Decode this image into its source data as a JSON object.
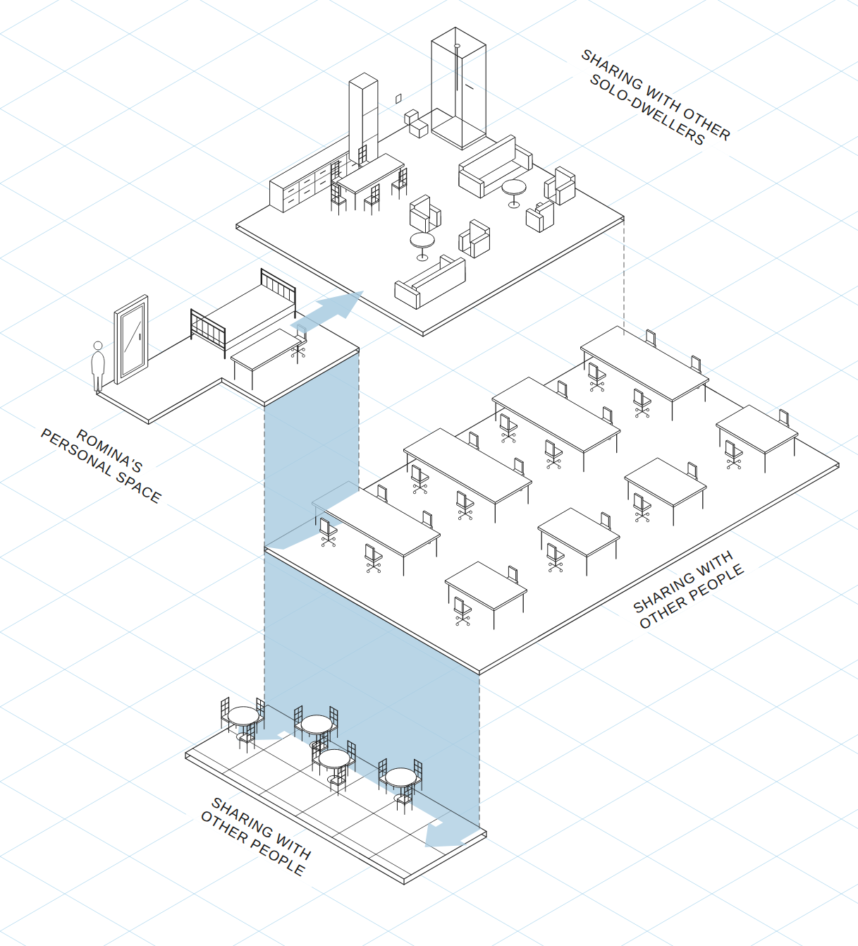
{
  "diagram": {
    "labels": [
      "SHARING WITH OTHER SOLO-DWELLERS",
      "ROMINA'S PERSONAL SPACE",
      "SHARING WITH OTHER PEOPLE",
      "SHARING WITH OTHER PEOPLE"
    ]
  }
}
